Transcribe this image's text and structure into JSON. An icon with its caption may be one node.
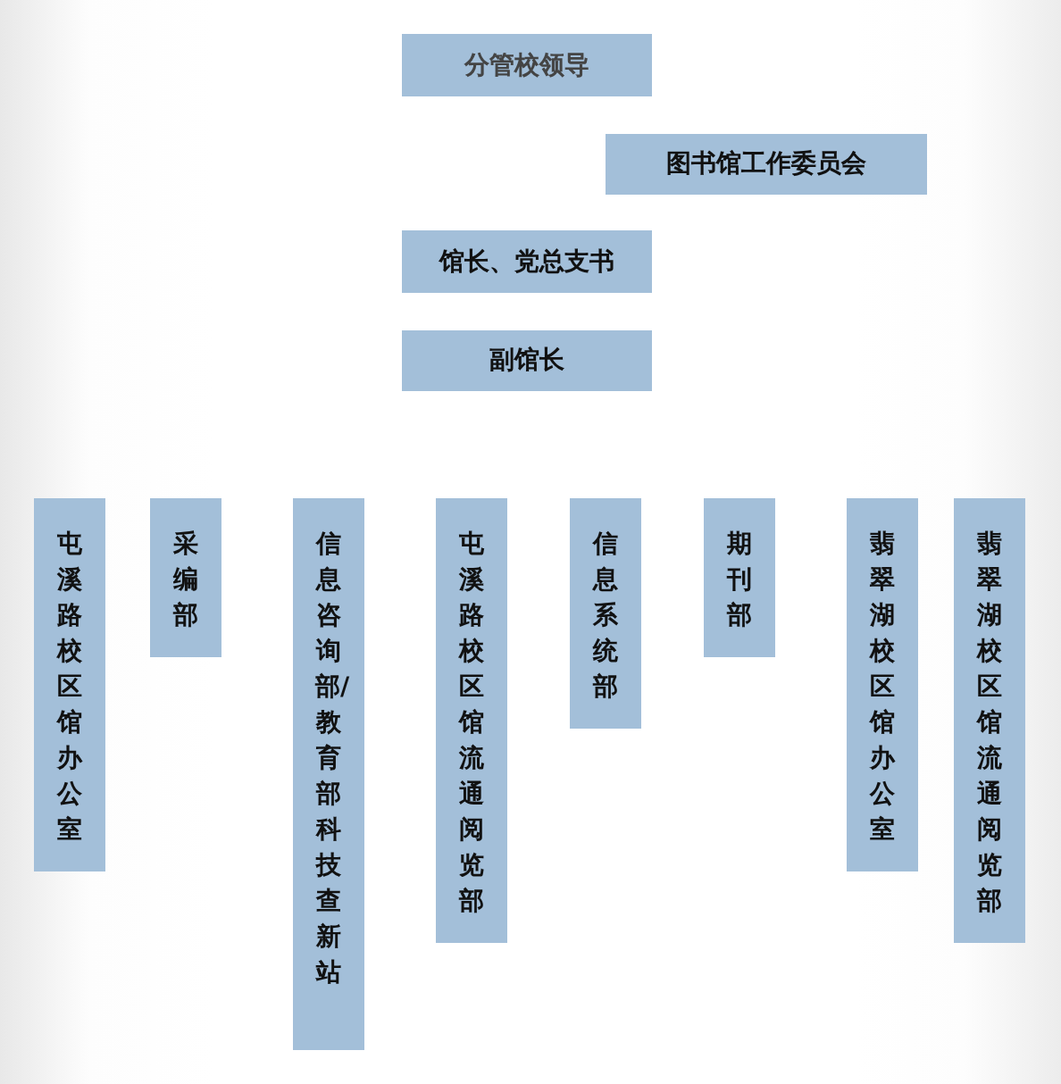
{
  "diagram": {
    "nodes": [
      {
        "text": [
          "分管校领导"
        ]
      },
      {
        "text": [
          "图书馆工作委员会"
        ]
      },
      {
        "text": [
          "馆长、党总支书"
        ]
      },
      {
        "text": [
          "副馆长"
        ]
      },
      {
        "text": [
          "屯溪路校区馆办公室"
        ]
      },
      {
        "text": [
          "采编部"
        ]
      },
      {
        "text": [
          "信息咨询部/教育部科技查新站"
        ]
      },
      {
        "text": [
          "屯溪路校区馆流通阅览部"
        ]
      },
      {
        "text": [
          "信息系统部"
        ]
      },
      {
        "text": [
          "期刊部"
        ]
      },
      {
        "text": [
          "翡翠湖校区馆办公室"
        ]
      },
      {
        "text": [
          "翡翠湖校区馆流通阅览部"
        ]
      }
    ]
  }
}
